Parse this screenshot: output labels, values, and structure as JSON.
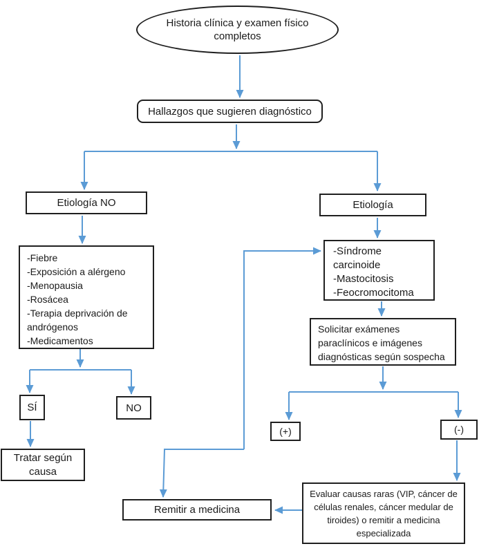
{
  "colors": {
    "arrow": "#5B9BD5",
    "border": "#1f1f1f",
    "text": "#1a1a1a",
    "background": "#ffffff"
  },
  "nodes": {
    "start": {
      "label": "Historia clínica y examen físico completos"
    },
    "findings": {
      "label": "Hallazgos que sugieren diagnóstico"
    },
    "etiology_no": {
      "label": "Etiología NO"
    },
    "etiology_no_causes": {
      "items": [
        "-Fiebre",
        "-Exposición a alérgeno",
        "-Menopausia",
        "-Rosácea",
        "-Terapia deprivación de andrógenos",
        "-Medicamentos"
      ]
    },
    "yes": {
      "label": "SÍ"
    },
    "no": {
      "label": "NO"
    },
    "treat_cause": {
      "label": "Tratar según causa"
    },
    "etiology": {
      "label": "Etiología"
    },
    "etiology_causes": {
      "items": [
        "-Síndrome carcinoide",
        "-Mastocitosis",
        "-Feocromocitoma"
      ]
    },
    "order_tests": {
      "label": "Solicitar exámenes paraclínicos e imágenes diagnósticas según sospecha"
    },
    "positive": {
      "label": "(+)"
    },
    "negative": {
      "label": "(-)"
    },
    "evaluate_rare": {
      "label": "Evaluar causas raras (VIP, cáncer de células renales, cáncer medular de tiroides) o remitir a medicina especializada"
    },
    "refer_medicine": {
      "label": "Remitir a medicina"
    }
  }
}
